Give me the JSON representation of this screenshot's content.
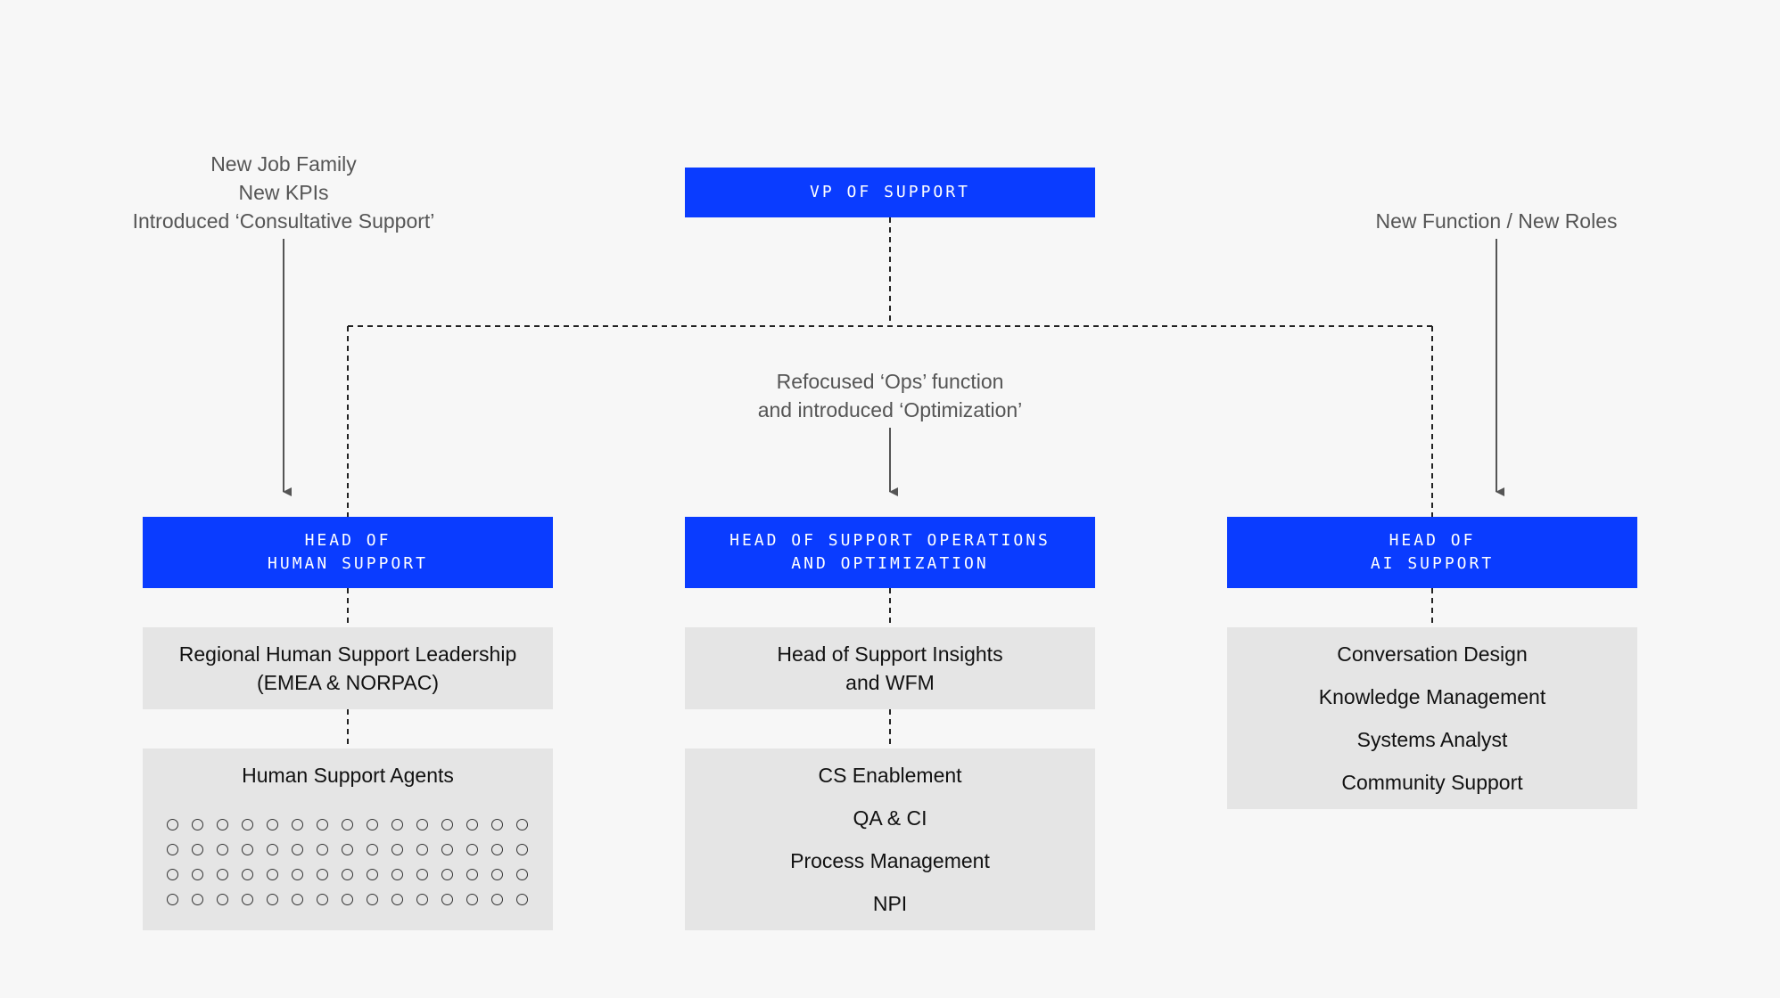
{
  "colors": {
    "background": "#f7f7f7",
    "role_box": "#0a3cff",
    "team_box": "#e5e5e5",
    "annotation_text": "#555555",
    "connector": "#222222"
  },
  "vp": {
    "label": "VP OF SUPPORT"
  },
  "annotations": {
    "left": [
      "New Job Family",
      "New KPIs",
      "Introduced ‘Consultative Support’"
    ],
    "center": [
      "Refocused ‘Ops’ function",
      "and introduced ‘Optimization’"
    ],
    "right": [
      "New Function / New Roles"
    ]
  },
  "columns": {
    "human": {
      "head": [
        "HEAD OF",
        "HUMAN SUPPORT"
      ],
      "team": [
        "Regional Human Support Leadership",
        "(EMEA & NORPAC)"
      ],
      "agents_title": "Human Support Agents",
      "agent_count": 60
    },
    "ops": {
      "head": [
        "HEAD OF SUPPORT OPERATIONS",
        "AND OPTIMIZATION"
      ],
      "team": [
        "Head of Support Insights",
        "and WFM"
      ],
      "functions": [
        "CS Enablement",
        "QA & CI",
        "Process Management",
        "NPI"
      ]
    },
    "ai": {
      "head": [
        "HEAD OF",
        "AI SUPPORT"
      ],
      "roles": [
        "Conversation Design",
        "Knowledge Management",
        "Systems Analyst",
        "Community Support"
      ]
    }
  }
}
